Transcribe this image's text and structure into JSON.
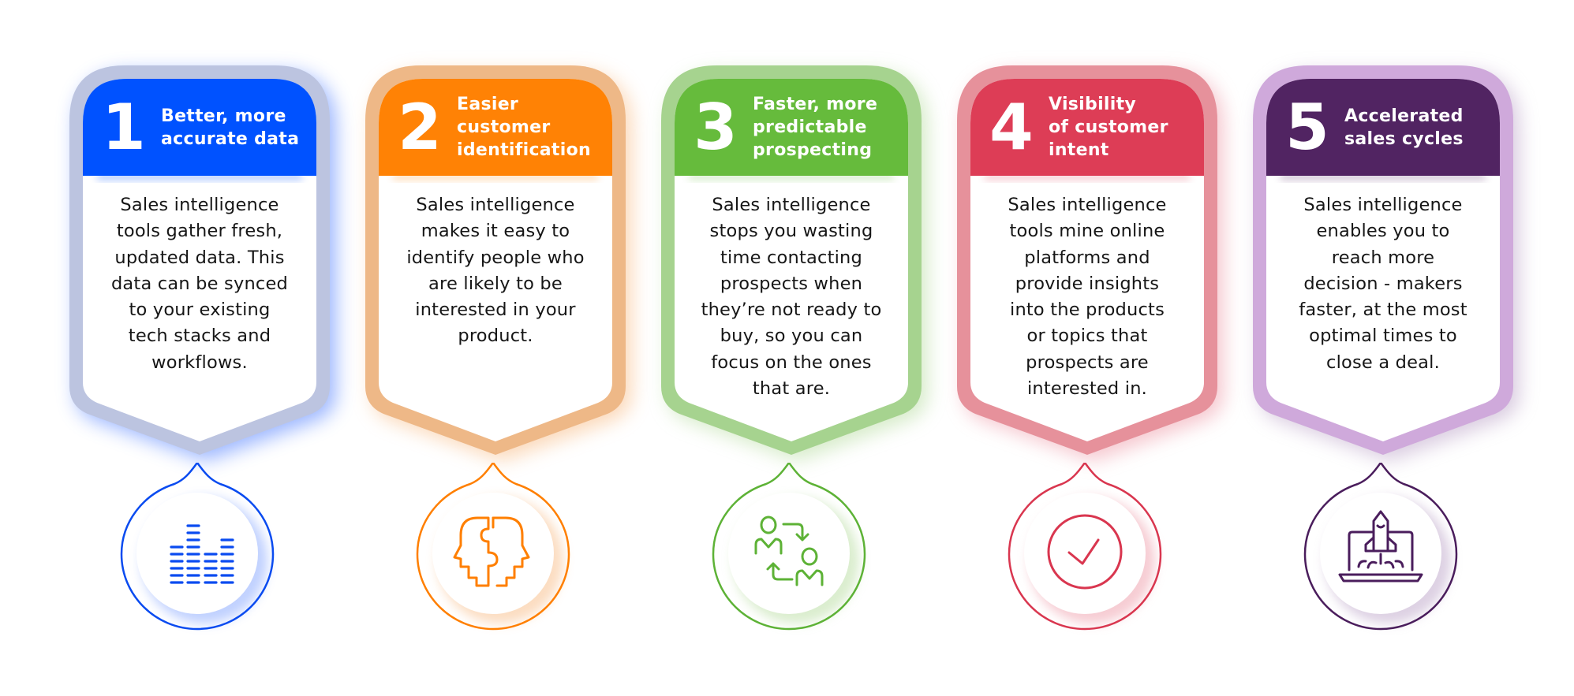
{
  "infographic": {
    "cards": [
      {
        "number": "1",
        "title": "Better, more\naccurate data",
        "body": "Sales intelligence\ntools gather fresh,\nupdated data. This\ndata can be synced\nto your existing\ntech stacks and\nworkflows.",
        "icon": "equalizer-bars-icon",
        "colors": {
          "header": "#0052FF",
          "border": "#BCC4E0",
          "glow": "#4D7DFF",
          "icon": "#0A4BF0"
        }
      },
      {
        "number": "2",
        "title": "Easier\ncustomer\nidentification",
        "body": "Sales intelligence\nmakes it easy to\nidentify people who\nare likely to be\ninterested in your\nproduct.",
        "icon": "puzzle-heads-icon",
        "colors": {
          "header": "#FF8205",
          "border": "#EEB887",
          "glow": "#F7B477",
          "icon": "#FF7F00"
        }
      },
      {
        "number": "3",
        "title": "Faster, more\npredictable\nprospecting",
        "body": "Sales intelligence\nstops you wasting\ntime contacting\nprospects when\nthey’re not ready to\nbuy, so you can\nfocus on the ones\nthat are.",
        "icon": "people-exchange-icon",
        "colors": {
          "header": "#66BB3C",
          "border": "#A6D38F",
          "glow": "#B6DC9E",
          "icon": "#5DB236"
        }
      },
      {
        "number": "4",
        "title": "Visibility\nof customer\nintent",
        "body": "Sales intelligence\ntools mine online\nplatforms and\nprovide insights\ninto the products\nor topics that\nprospects are\ninterested in.",
        "icon": "check-circle-icon",
        "colors": {
          "header": "#DD3D56",
          "border": "#E6919B",
          "glow": "#EE9AA7",
          "icon": "#D9364F"
        }
      },
      {
        "number": "5",
        "title": "Accelerated\nsales cycles",
        "body": "Sales intelligence\nenables you to\nreach more\ndecision - makers\nfaster, at the most\noptimal times to\nclose a deal.",
        "icon": "rocket-laptop-icon",
        "colors": {
          "header": "#512462",
          "border": "#CFA9DB",
          "glow": "#BBA3C7",
          "icon": "#4A1D5C"
        }
      }
    ]
  }
}
